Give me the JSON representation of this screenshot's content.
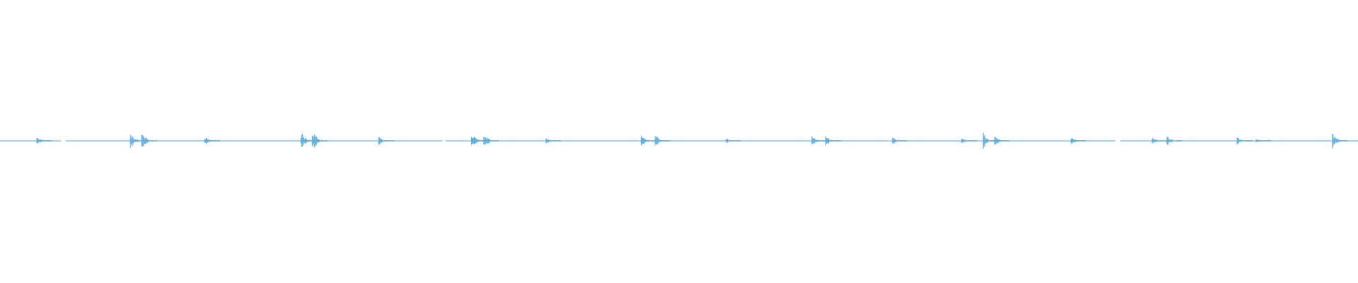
{
  "chart_data": {
    "type": "waveform",
    "color": "#5dade2",
    "background": "#ffffff",
    "amplitude_range": [
      -1,
      1
    ],
    "time_range": [
      0,
      1
    ],
    "grid": false,
    "bursts": [
      {
        "time": 0.0268,
        "amplitude": 0.037
      },
      {
        "time": 0.0957,
        "amplitude": 0.073
      },
      {
        "time": 0.104,
        "amplitude": 0.092
      },
      {
        "time": 0.1505,
        "amplitude": 0.037
      },
      {
        "time": 0.2213,
        "amplitude": 0.086
      },
      {
        "time": 0.2296,
        "amplitude": 0.122
      },
      {
        "time": 0.2787,
        "amplitude": 0.037
      },
      {
        "time": 0.3469,
        "amplitude": 0.08
      },
      {
        "time": 0.3559,
        "amplitude": 0.086
      },
      {
        "time": 0.4018,
        "amplitude": 0.031
      },
      {
        "time": 0.4719,
        "amplitude": 0.055
      },
      {
        "time": 0.4821,
        "amplitude": 0.067
      },
      {
        "time": 0.5344,
        "amplitude": 0.024
      },
      {
        "time": 0.5976,
        "amplitude": 0.049
      },
      {
        "time": 0.6078,
        "amplitude": 0.049
      },
      {
        "time": 0.6569,
        "amplitude": 0.037
      },
      {
        "time": 0.7079,
        "amplitude": 0.031
      },
      {
        "time": 0.7238,
        "amplitude": 0.073
      },
      {
        "time": 0.7321,
        "amplitude": 0.055
      },
      {
        "time": 0.7883,
        "amplitude": 0.043
      },
      {
        "time": 0.8482,
        "amplitude": 0.043
      },
      {
        "time": 0.859,
        "amplitude": 0.049
      },
      {
        "time": 0.9107,
        "amplitude": 0.037
      },
      {
        "time": 0.9247,
        "amplitude": 0.018
      },
      {
        "time": 0.9809,
        "amplitude": 0.086
      }
    ]
  }
}
